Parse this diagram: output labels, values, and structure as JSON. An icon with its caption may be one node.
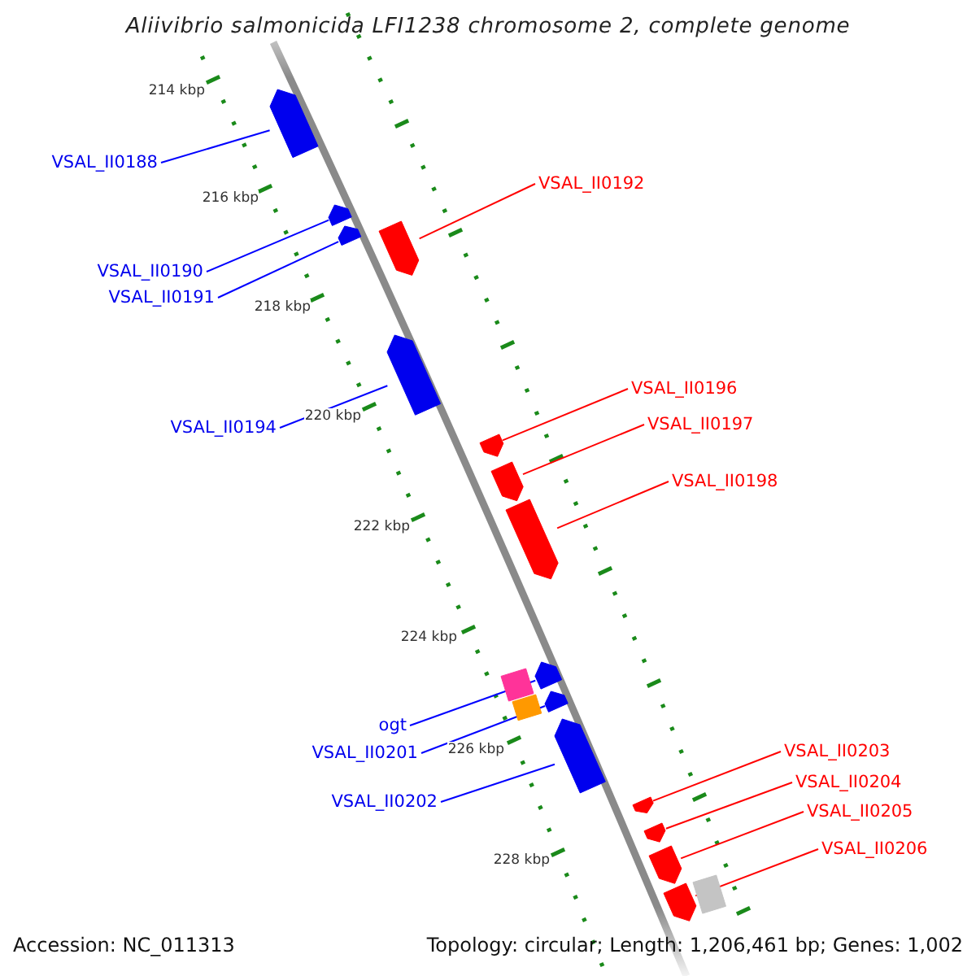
{
  "diagram": {
    "title": "Aliivibrio salmonicida LFI1238 chromosome 2, complete genome",
    "nodes": [
      {
        "text": [
          "VSAL_II0188"
        ]
      },
      {
        "text": [
          "VSAL_II0192"
        ]
      },
      {
        "text": [
          "VSAL_II0190"
        ]
      },
      {
        "text": [
          "VSAL_II0191"
        ]
      },
      {
        "text": [
          "VSAL_II0196"
        ]
      },
      {
        "text": [
          "VSAL_II0197"
        ]
      },
      {
        "text": [
          "VSAL_II0194"
        ]
      },
      {
        "text": [
          "VSAL_II0198"
        ]
      },
      {
        "text": [
          "ogt"
        ]
      },
      {
        "text": [
          "VSAL_II0203"
        ]
      },
      {
        "text": [
          "VSAL_II0201"
        ]
      },
      {
        "text": [
          "VSAL_II0204"
        ]
      },
      {
        "text": [
          "VSAL_II0202"
        ]
      },
      {
        "text": [
          "VSAL_II0205"
        ]
      },
      {
        "text": [
          "VSAL_II0206"
        ]
      },
      {
        "text": [],
        "shape": "bar"
      },
      {
        "text": [],
        "shape": "bar"
      },
      {
        "text": [],
        "shape": "bar"
      },
      {
        "text": [],
        "shape": "bar"
      },
      {
        "text": [],
        "shape": "bar"
      },
      {
        "text": [],
        "shape": "bar"
      },
      {
        "text": [],
        "shape": "bar"
      },
      {
        "text": [],
        "shape": "bar"
      },
      {
        "text": [],
        "shape": "bar"
      },
      {
        "text": [],
        "shape": "box"
      },
      {
        "text": [],
        "shape": "bar"
      },
      {
        "text": [],
        "shape": "box"
      },
      {
        "text": [],
        "shape": "bar"
      },
      {
        "text": [],
        "shape": "bar"
      },
      {
        "text": [],
        "shape": "bar"
      },
      {
        "text": [],
        "shape": "bar"
      },
      {
        "text": [],
        "shape": "box"
      },
      {
        "text": [],
        "shape": "bar"
      }
    ],
    "edges": [
      {
        "from": 0,
        "to": 15,
        "arrow": "none",
        "color": "#0000ff"
      },
      {
        "from": 1,
        "to": 18,
        "arrow": "none"
      },
      {
        "from": 2,
        "to": 16,
        "arrow": "none",
        "color": "#0000ff"
      },
      {
        "from": 3,
        "to": 17,
        "arrow": "none",
        "color": "#0000ff"
      },
      {
        "from": 4,
        "to": 20,
        "arrow": "none"
      },
      {
        "from": 5,
        "to": 21,
        "arrow": "none"
      },
      {
        "from": 6,
        "to": 19,
        "arrow": "none",
        "color": "#0000ff"
      },
      {
        "from": 7,
        "to": 22,
        "arrow": "none"
      },
      {
        "from": 8,
        "to": 23,
        "arrow": "none",
        "color": "#0000ff"
      },
      {
        "from": 9,
        "to": 28,
        "arrow": "none"
      },
      {
        "from": 10,
        "to": 25,
        "arrow": "none",
        "color": "#0000ff"
      },
      {
        "from": 11,
        "to": 29,
        "arrow": "none"
      },
      {
        "from": 12,
        "to": 27,
        "arrow": "none",
        "color": "#0000ff"
      },
      {
        "from": 13,
        "to": 30,
        "arrow": "none"
      },
      {
        "from": 14,
        "to": 32,
        "arrow": "none"
      }
    ],
    "labels": [
      "214 kbp",
      "216 kbp",
      "218 kbp",
      "220 kbp",
      "222 kbp",
      "224 kbp",
      "226 kbp",
      "228 kbp",
      "Accession: NC_011313",
      "Topology: circular; Length: 1,206,461 bp; Genes: 1,002"
    ]
  }
}
